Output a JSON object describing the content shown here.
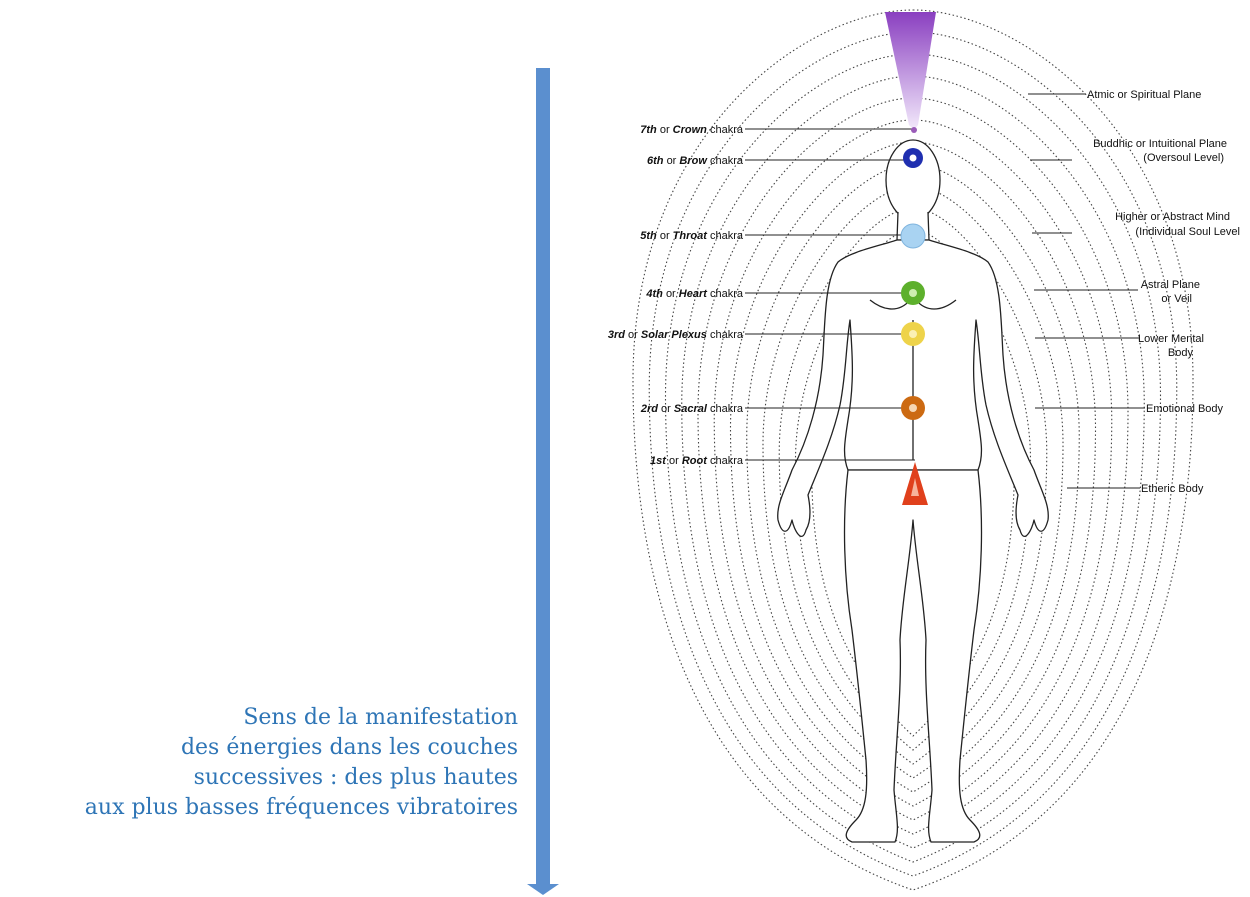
{
  "caption": {
    "lines": [
      "Sens de la manifestation",
      "des énergies dans les couches",
      "successives : des plus hautes",
      "aux plus basses fréquences vibratoires"
    ]
  },
  "chakras": [
    {
      "num": "7th",
      "or": "or",
      "name": "Crown",
      "suffix": "chakra",
      "color": "#9a5bb8"
    },
    {
      "num": "6th",
      "or": "or",
      "name": "Brow",
      "suffix": "chakra",
      "color": "#1f2fb0"
    },
    {
      "num": "5th",
      "or": "or",
      "name": "Throat",
      "suffix": "chakra",
      "color": "#a9d3f2"
    },
    {
      "num": "4th",
      "or": "or",
      "name": "Heart",
      "suffix": "chakra",
      "color": "#5db02c"
    },
    {
      "num": "3rd",
      "or": "or",
      "name": "Solar Plexus",
      "suffix": "chakra",
      "color": "#eed34a"
    },
    {
      "num": "2rd",
      "or": "or",
      "name": "Sacral",
      "suffix": "chakra",
      "color": "#cc6a12"
    },
    {
      "num": "1st",
      "or": "or",
      "name": "Root",
      "suffix": "chakra",
      "color": "#e0401c"
    }
  ],
  "planes": [
    {
      "lines": [
        "Atmic or Spiritual Plane"
      ]
    },
    {
      "lines": [
        "Buddhic or Intuitional Plane",
        "(Oversoul Level)"
      ]
    },
    {
      "lines": [
        "Higher or Abstract Mind",
        "(Individual Soul Level"
      ]
    },
    {
      "lines": [
        "Astral Plane",
        "or Veil"
      ]
    },
    {
      "lines": [
        "Lower Mental",
        "Body"
      ]
    },
    {
      "lines": [
        "Emotional Body"
      ]
    },
    {
      "lines": [
        "Etheric Body"
      ]
    }
  ],
  "colors": {
    "arrow": "#5b8fcf",
    "caption": "#2e75b6",
    "crown_ray": "#8a3fc0"
  },
  "icons": {
    "arrow": "down-arrow-icon"
  }
}
